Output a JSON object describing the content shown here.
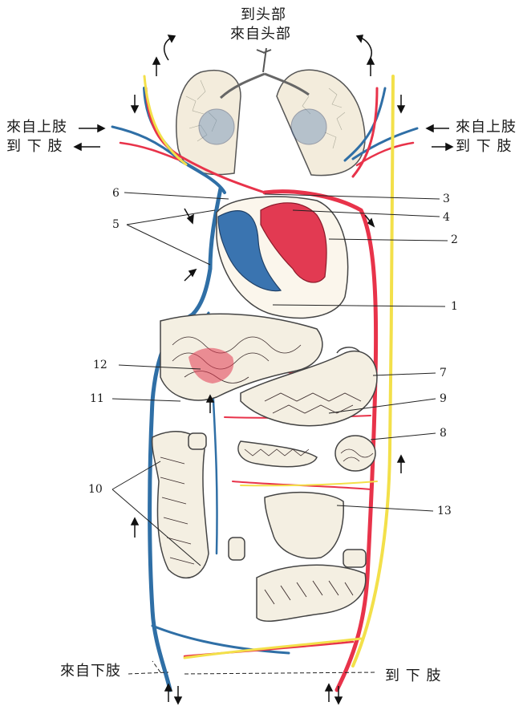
{
  "labels": {
    "to_head": "到头部",
    "from_head": "來自头部",
    "from_upper_limb_left": "來自上肢",
    "to_lower_limb_left": "到 下 肢",
    "from_upper_limb_right": "來自上肢",
    "to_lower_limb_right": "到 下 肢",
    "from_lower_limb": "來自下肢",
    "to_lower_limb_bottom": "到 下 肢"
  },
  "numbers": [
    "1",
    "2",
    "3",
    "4",
    "5",
    "6",
    "7",
    "8",
    "9",
    "10",
    "11",
    "12",
    "13"
  ],
  "colors": {
    "artery": "#e8334a",
    "vein": "#2f6fa6",
    "lymph": "#f3e04a",
    "heart_right": "#3a74b0",
    "heart_left": "#e23a52",
    "outline": "#2a2a2a"
  }
}
